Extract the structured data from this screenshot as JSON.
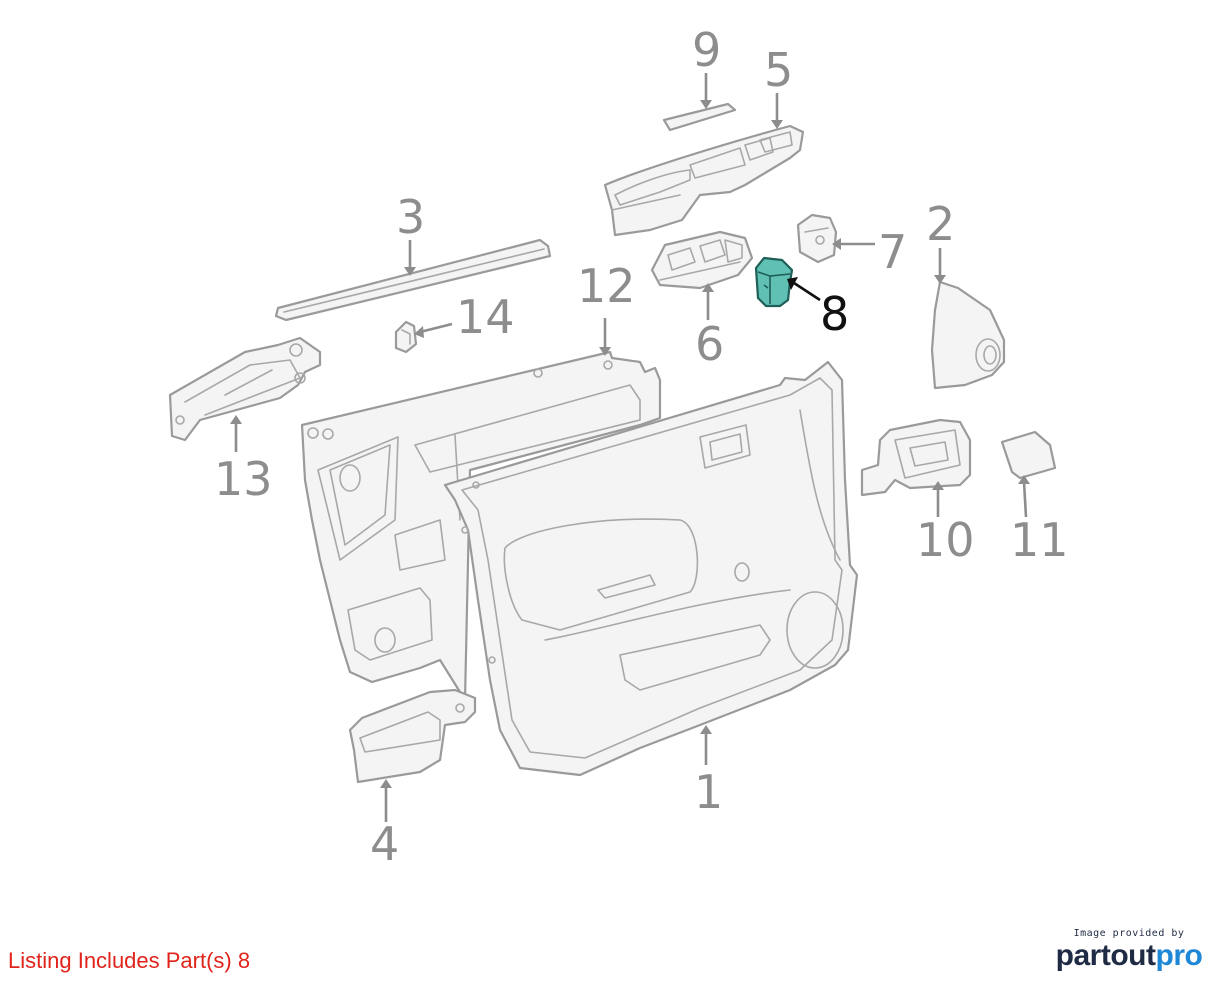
{
  "callouts": {
    "c1": "1",
    "c2": "2",
    "c3": "3",
    "c4": "4",
    "c5": "5",
    "c6": "6",
    "c7": "7",
    "c8": "8",
    "c9": "9",
    "c10": "10",
    "c11": "11",
    "c12": "12",
    "c13": "13",
    "c14": "14"
  },
  "highlighted_part": "8",
  "colors": {
    "highlight_fill": "#5fc0b3",
    "highlight_stroke": "#1f5f58",
    "line_gray": "#9a9a9a",
    "listing_red": "#e0241b",
    "brand_navy": "#1f2a44",
    "brand_blue": "#1e88d6"
  },
  "footer": {
    "listing": "Listing Includes Part(s) 8",
    "credit_small": "Image provided by",
    "brand_part1": "partout",
    "brand_part2": "pro"
  }
}
